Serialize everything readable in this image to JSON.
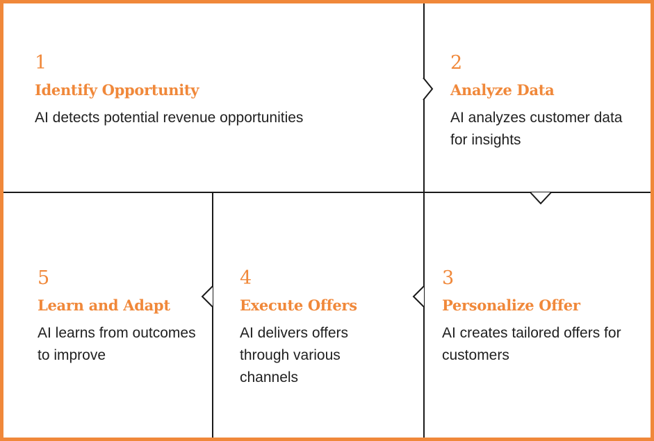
{
  "steps": [
    {
      "number": "1",
      "title": "Identify Opportunity",
      "description": "AI detects potential revenue opportunities"
    },
    {
      "number": "2",
      "title": "Analyze Data",
      "description": "AI analyzes customer data for insights"
    },
    {
      "number": "3",
      "title": "Personalize Offer",
      "description": "AI creates tailored offers for customers"
    },
    {
      "number": "4",
      "title": "Execute Offers",
      "description": "AI delivers offers through various channels"
    },
    {
      "number": "5",
      "title": "Learn and Adapt",
      "description": "AI learns from outcomes to improve"
    }
  ],
  "colors": {
    "accent": "#f0883a",
    "line": "#1a1a1a",
    "text": "#1f1f1f"
  }
}
